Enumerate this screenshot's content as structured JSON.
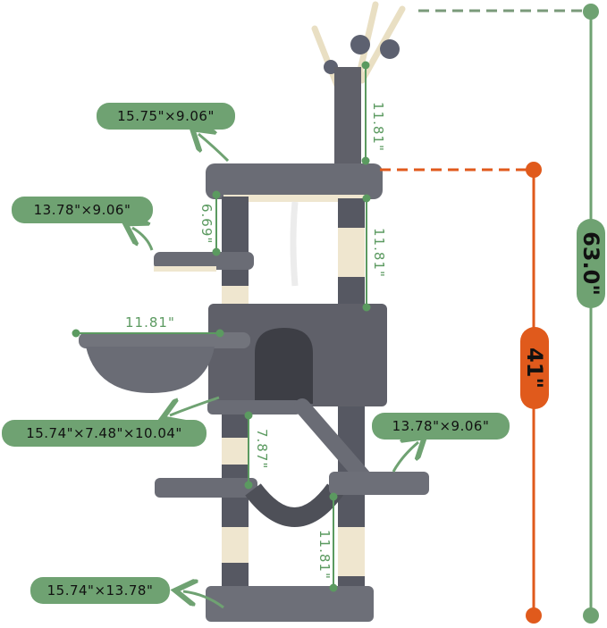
{
  "diagram": {
    "subject": "Multi-level cat tree with dimension callouts",
    "colors": {
      "callout_green": "#6fa272",
      "dimension_green": "#5b9a60",
      "height_orange": "#e05a1c",
      "plush_gray": "#5f6069",
      "sisal_beige": "#efe6cf",
      "background": "#ffffff"
    },
    "overall_height": {
      "label": "63.0\"",
      "color": "#6fa272"
    },
    "partial_height": {
      "label": "41\"",
      "color": "#e05a1c"
    },
    "platform_callouts": [
      {
        "id": "top-perch",
        "label": "15.75\"×9.06\""
      },
      {
        "id": "upper-left-platform",
        "label": "13.78\"×9.06\""
      },
      {
        "id": "basket-condo",
        "label": "15.74\"×7.48\"×10.04\""
      },
      {
        "id": "right-platform",
        "label": "13.78\"×9.06\""
      },
      {
        "id": "base",
        "label": "15.74\"×13.78\""
      }
    ],
    "spacing_labels": [
      {
        "id": "top-post-height",
        "label": "11.81\""
      },
      {
        "id": "perch-to-left-platform",
        "label": "6.69\""
      },
      {
        "id": "perch-to-condo",
        "label": "11.81\""
      },
      {
        "id": "basket-diameter",
        "label": "11.81\""
      },
      {
        "id": "condo-to-hammock",
        "label": "7.87\""
      },
      {
        "id": "right-platform-to-base",
        "label": "11.81\""
      }
    ]
  }
}
